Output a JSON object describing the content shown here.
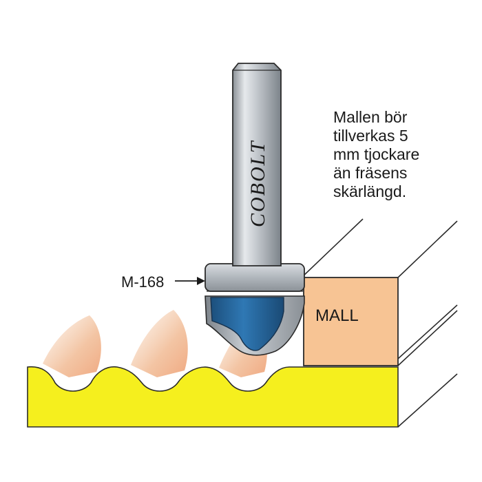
{
  "note": {
    "lines": [
      "Mallen bör",
      "tillverkas 5",
      "mm tjockare",
      "än fräsens",
      "skärlängd."
    ]
  },
  "labels": {
    "part_number": "M-168",
    "template": "MALL",
    "brand": "COBOLT"
  },
  "colors": {
    "workpiece": "#f5ef1e",
    "template_block": "#f7c494",
    "cutter_blue": "#2b6fa8",
    "steel": "#b9bec4",
    "ghost_cut": "#f0b88e"
  }
}
